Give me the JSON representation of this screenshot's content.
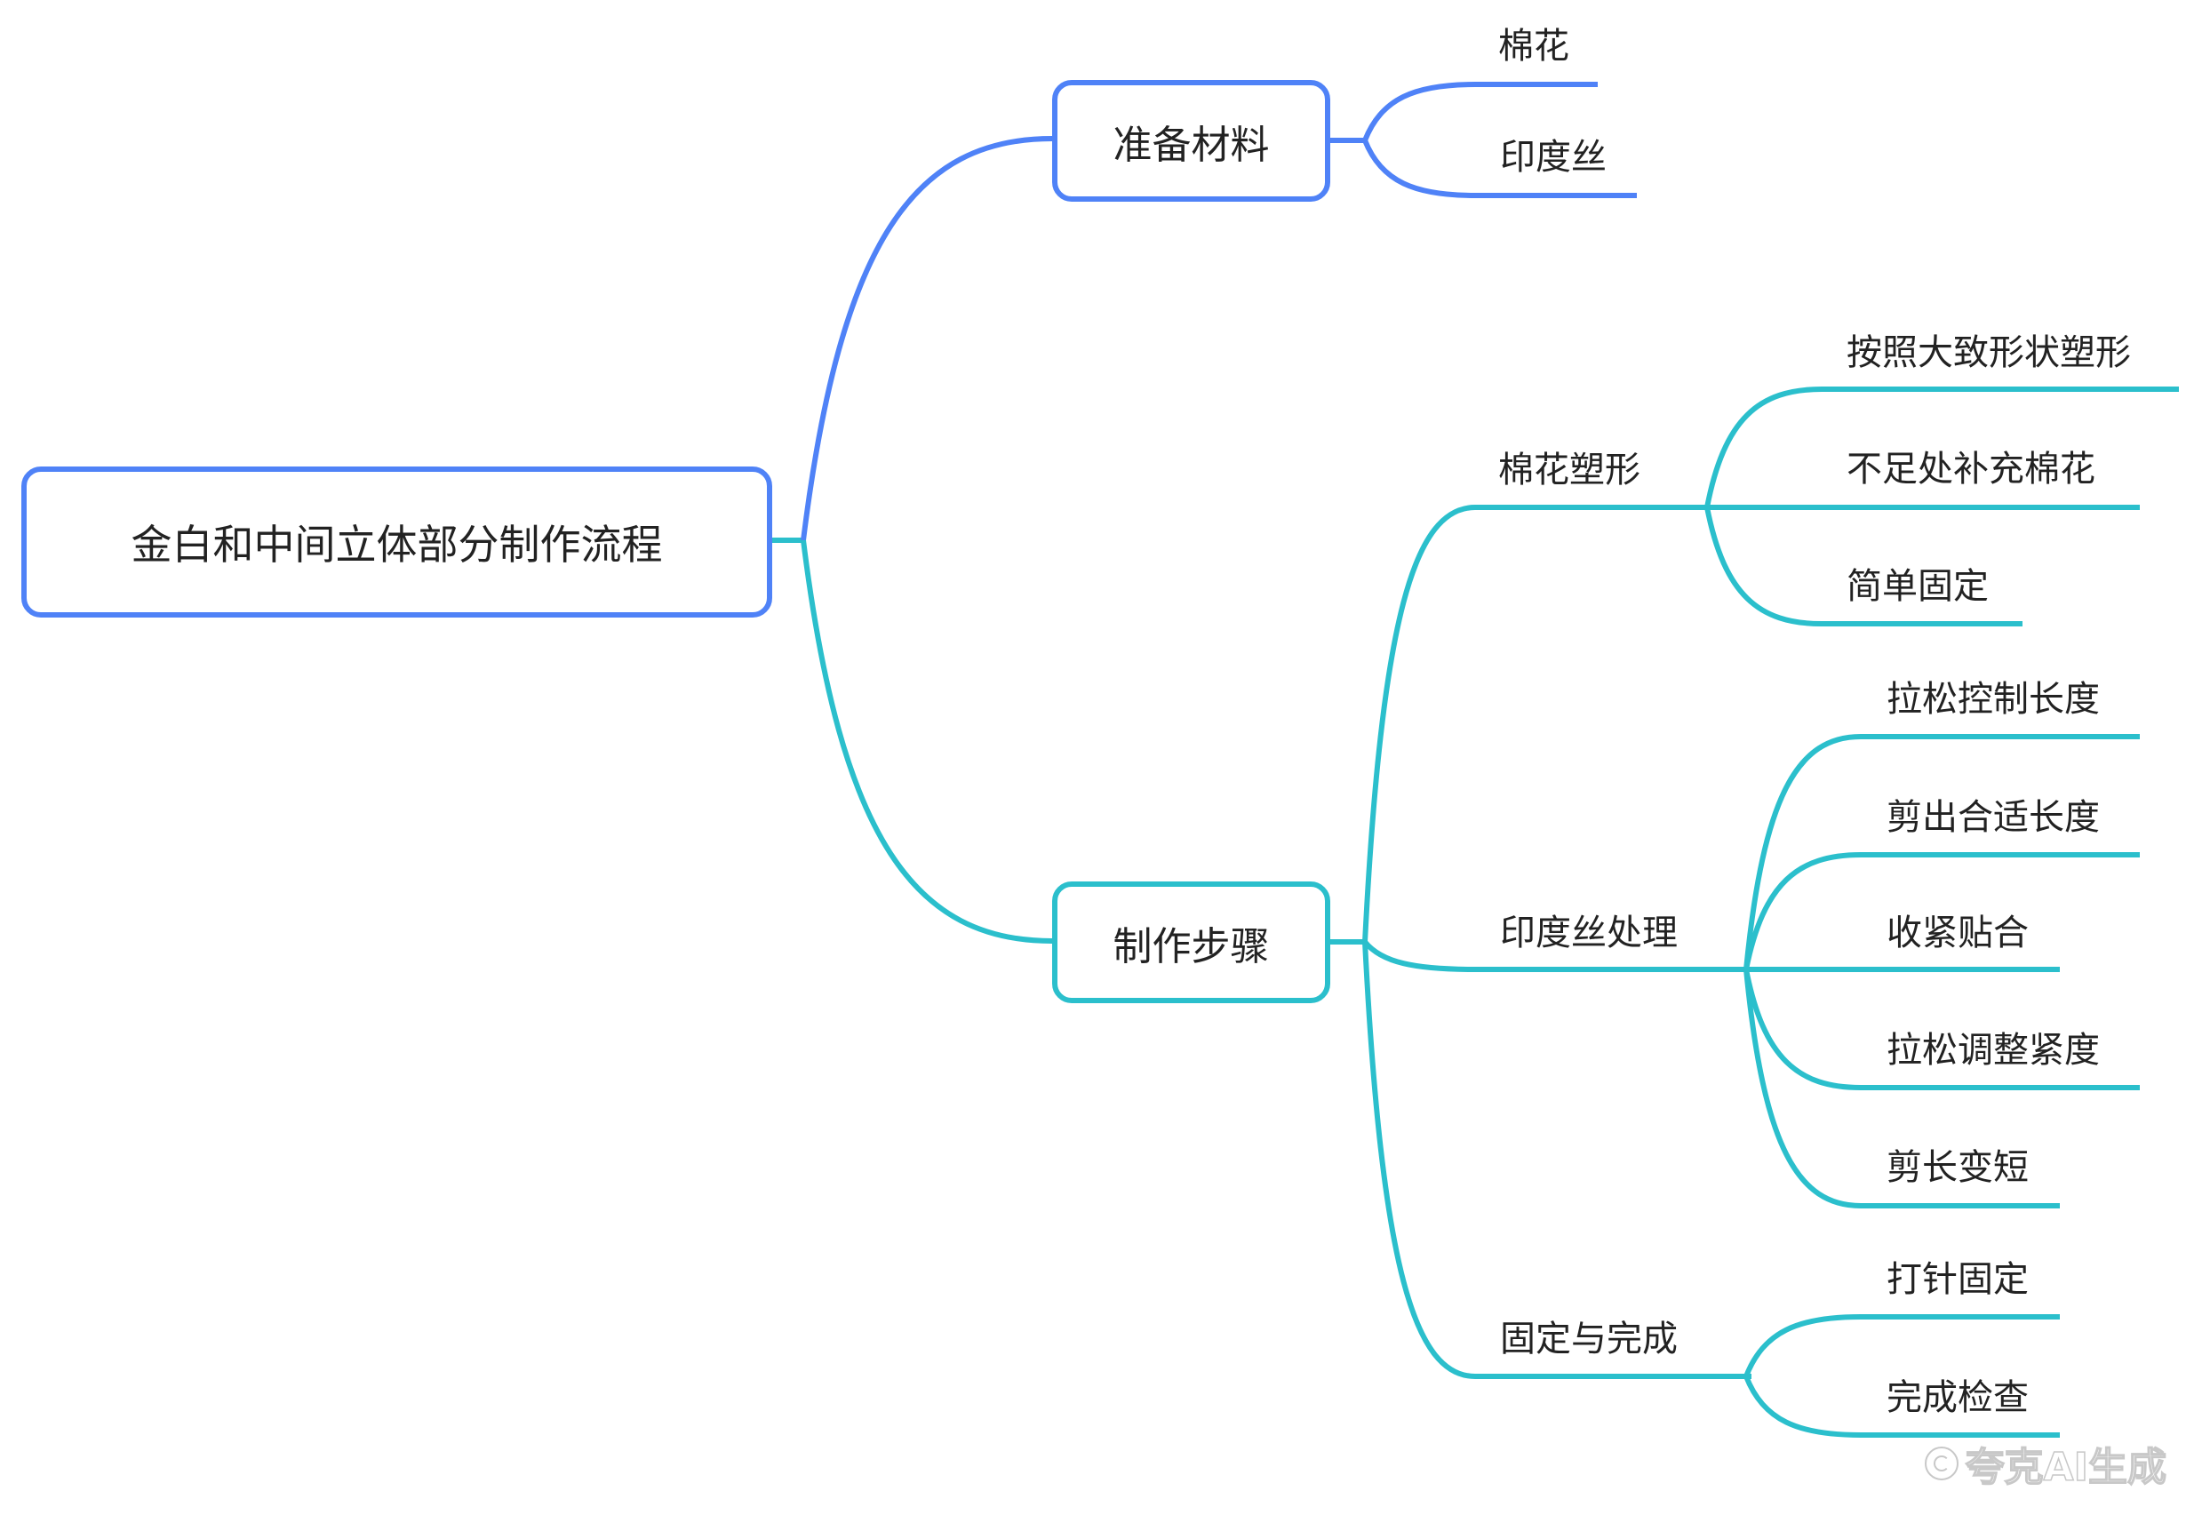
{
  "colors": {
    "blue_branch": "#4f82f7",
    "teal_branch": "#2bbfcc",
    "text": "#222222"
  },
  "root": {
    "label": "金白和中间立体部分制作流程"
  },
  "branches": [
    {
      "label": "准备材料",
      "color": "blue",
      "children": [
        {
          "label": "棉花",
          "children": []
        },
        {
          "label": "印度丝",
          "children": []
        }
      ]
    },
    {
      "label": "制作步骤",
      "color": "teal",
      "children": [
        {
          "label": "棉花塑形",
          "children": [
            "按照大致形状塑形",
            "不足处补充棉花",
            "简单固定"
          ]
        },
        {
          "label": "印度丝处理",
          "children": [
            "拉松控制长度",
            "剪出合适长度",
            "收紧贴合",
            "拉松调整紧度",
            "剪长变短"
          ]
        },
        {
          "label": "固定与完成",
          "children": [
            "打针固定",
            "完成检查"
          ]
        }
      ]
    }
  ],
  "watermark": {
    "text": "夸克AI生成",
    "icon": "quark-logo-icon"
  }
}
